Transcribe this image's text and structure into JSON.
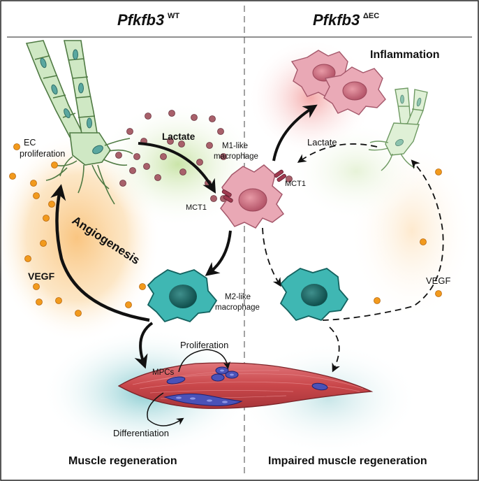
{
  "header": {
    "left_title": "Pfkfb3",
    "left_sup": "WT",
    "right_title": "Pfkfb3",
    "right_sup": "ΔEC"
  },
  "labels": {
    "inflammation": "Inflammation",
    "lactate_left": "Lactate",
    "lactate_right": "Lactate",
    "ec_proliferation_1": "EC",
    "ec_proliferation_2": "proliferation",
    "m1_1": "M1-like",
    "m1_2": "macrophage",
    "mct1_left": "MCT1",
    "mct1_right": "MCT1",
    "angiogenesis": "Angiogenesis",
    "vegf_left": "VEGF",
    "vegf_right": "VEGF",
    "m2_1": "M2-like",
    "m2_2": "macrophage",
    "proliferation": "Proliferation",
    "mpcs": "MPCs",
    "differentiation": "Differentiation"
  },
  "footer": {
    "left": "Muscle regeneration",
    "right": "Impaired muscle regeneration"
  },
  "colors": {
    "vessel": "#cfe8c4",
    "vessel_stroke": "#4f7a43",
    "lactate_dot": "#a8606a",
    "vegf_dot": "#f29a1d",
    "m1_cell": "#e9a8b5",
    "m2_cell": "#3fb7b3",
    "muscle": "#c9474a",
    "mpc": "#4a52b8"
  }
}
